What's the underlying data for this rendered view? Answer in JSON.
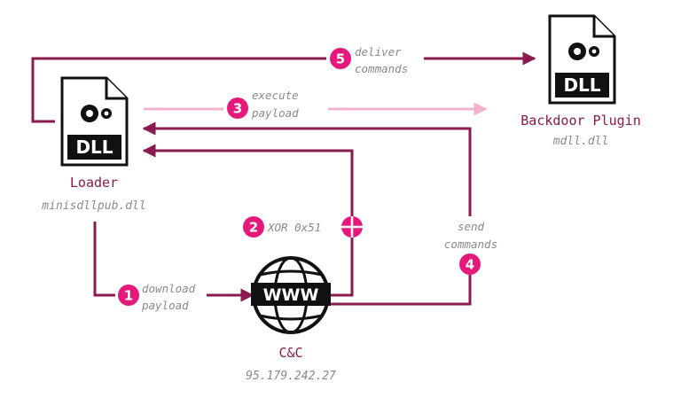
{
  "nodes": {
    "loader": {
      "title": "Loader",
      "subtitle": "minisdllpub.dll",
      "icon": "dll-file-icon",
      "icon_text": "DLL"
    },
    "plugin": {
      "title": "Backdoor Plugin",
      "subtitle": "mdll.dll",
      "icon": "dll-file-icon",
      "icon_text": "DLL"
    },
    "cnc": {
      "title": "C&C",
      "subtitle": "95.179.242.27",
      "icon": "www-globe-icon",
      "icon_text": "WWW"
    }
  },
  "steps": [
    {
      "number": "1",
      "line1": "download",
      "line2": "payload"
    },
    {
      "number": "2",
      "line1": "XOR 0x51",
      "line2": ""
    },
    {
      "number": "3",
      "line1": "execute",
      "line2": "payload"
    },
    {
      "number": "4",
      "line1": "send",
      "line2": "commands"
    },
    {
      "number": "5",
      "line1": "deliver",
      "line2": "commands"
    }
  ],
  "colors": {
    "dark_line": "#8b1a4e",
    "pink_badge": "#e4197b",
    "light_line": "#f2b3cf",
    "sub_text": "#8a8a8a"
  }
}
